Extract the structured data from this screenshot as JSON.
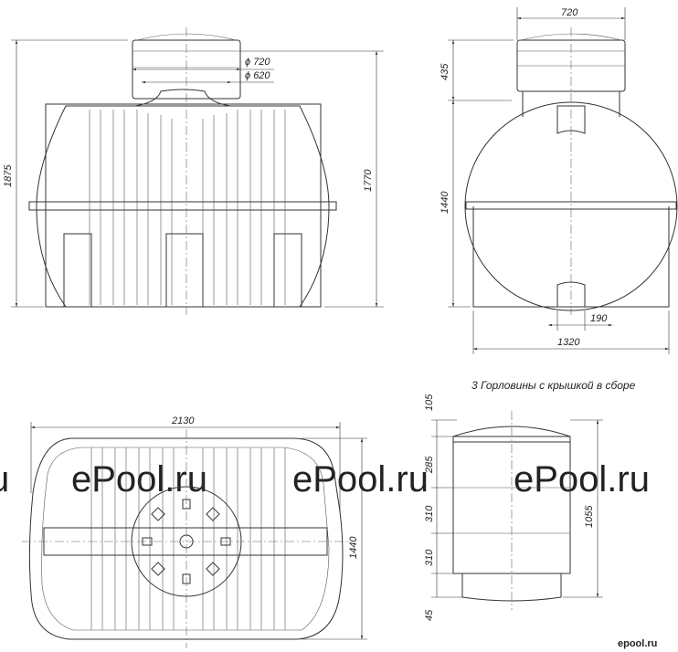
{
  "watermark": {
    "brand": "ePool.ru",
    "partial_left": "u",
    "logo": "epool.ru"
  },
  "front_view": {
    "dims": {
      "neck_outer": "720",
      "neck_inner": "620",
      "total_height": "1875",
      "body_height": "1770"
    }
  },
  "side_view": {
    "dims": {
      "neck_width": "720",
      "neck_height": "435",
      "body_height": "1440",
      "leg": "190",
      "base_width": "1320"
    }
  },
  "top_view": {
    "dims": {
      "length": "2130",
      "width": "1440"
    }
  },
  "neck_assembly": {
    "note": "3 Горловины с крышкой в сборе",
    "dims": {
      "lid": "105",
      "ring_1": "285",
      "ring_2": "310",
      "ring_3": "310",
      "base": "45",
      "total": "1055"
    }
  }
}
